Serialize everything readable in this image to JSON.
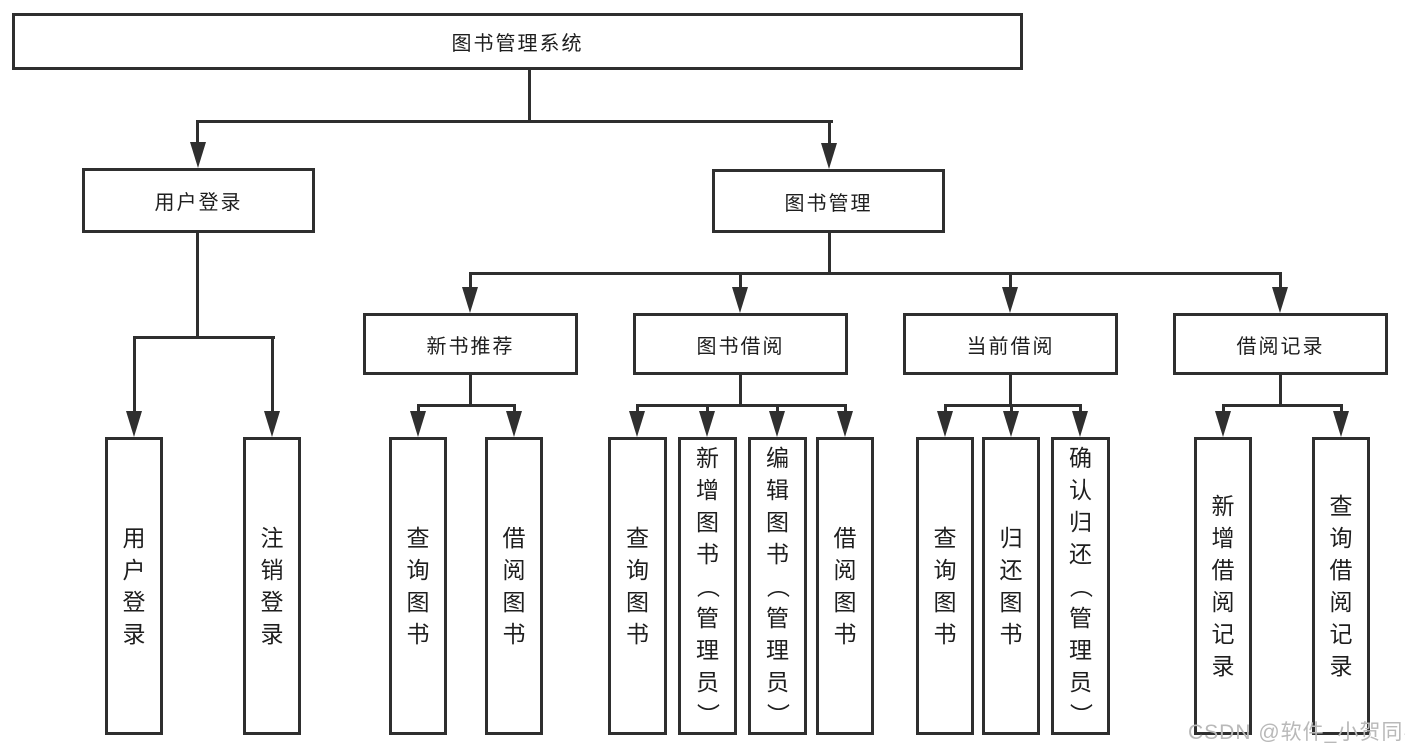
{
  "diagram_type": "function-structure-tree",
  "nodes": {
    "root": "图书管理系统",
    "user_login": "用户登录",
    "book_mgmt": "图书管理",
    "new_books": "新书推荐",
    "book_borrow": "图书借阅",
    "current_borrow": "当前借阅",
    "borrow_records": "借阅记录",
    "leaf_user_login": "用户登录",
    "leaf_logout": "注销登录",
    "leaf_query_books_1": "查询图书",
    "leaf_borrow_books_1": "借阅图书",
    "leaf_query_books_2": "查询图书",
    "leaf_add_books": "新增图书（管理员）",
    "leaf_edit_books": "编辑图书（管理员）",
    "leaf_borrow_books_2": "借阅图书",
    "leaf_query_books_3": "查询图书",
    "leaf_return_books": "归还图书",
    "leaf_confirm_return": "确认归还（管理员）",
    "leaf_add_record": "新增借阅记录",
    "leaf_query_record": "查询借阅记录"
  },
  "hierarchy": {
    "图书管理系统": {
      "用户登录": [
        "用户登录",
        "注销登录"
      ],
      "图书管理": {
        "新书推荐": [
          "查询图书",
          "借阅图书"
        ],
        "图书借阅": [
          "查询图书",
          "新增图书（管理员）",
          "编辑图书（管理员）",
          "借阅图书"
        ],
        "当前借阅": [
          "查询图书",
          "归还图书",
          "确认归还（管理员）"
        ],
        "借阅记录": [
          "新增借阅记录",
          "查询借阅记录"
        ]
      }
    }
  },
  "watermark": {
    "text": "CSDN @软件_小贺同学",
    "color": "#b9b9b9"
  },
  "colors": {
    "line": "#2f2f2f",
    "text": "#1e1e1e",
    "background": "#ffffff"
  }
}
